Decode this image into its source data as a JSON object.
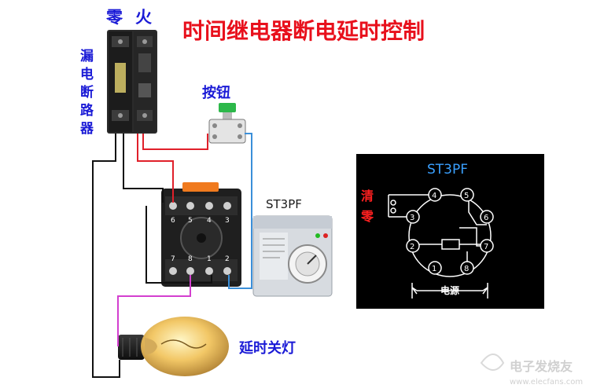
{
  "title": "时间继电器断电延时控制",
  "breaker": {
    "neutral_label": "零",
    "live_label": "火",
    "name_chars": [
      "漏",
      "电",
      "断",
      "路",
      "器"
    ]
  },
  "button": {
    "label": "按钮"
  },
  "relay": {
    "model_label": "ST3PF",
    "socket_top_numbers": [
      "6",
      "5",
      "4",
      "3"
    ],
    "socket_bottom_numbers": [
      "7",
      "8",
      "1",
      "2"
    ]
  },
  "lamp": {
    "label": "延时关灯"
  },
  "schematic": {
    "title": "ST3PF",
    "clear_chars": [
      "清",
      "零"
    ],
    "pins": [
      "1",
      "2",
      "3",
      "4",
      "5",
      "6",
      "7",
      "8"
    ],
    "power_label": "电源"
  },
  "watermark": {
    "brand": "电子发烧友",
    "url": "www.elecfans.com"
  },
  "colors": {
    "title": "#e8101c",
    "labels": "#1a1ad6",
    "red_wire": "#e0202a",
    "blue_wire": "#3b8fd9",
    "magenta_wire": "#d33fcf",
    "black_wire": "#111111",
    "schematic_bg": "#000000",
    "schematic_title": "#3aa0ff",
    "schematic_clear": "#ff2020"
  }
}
